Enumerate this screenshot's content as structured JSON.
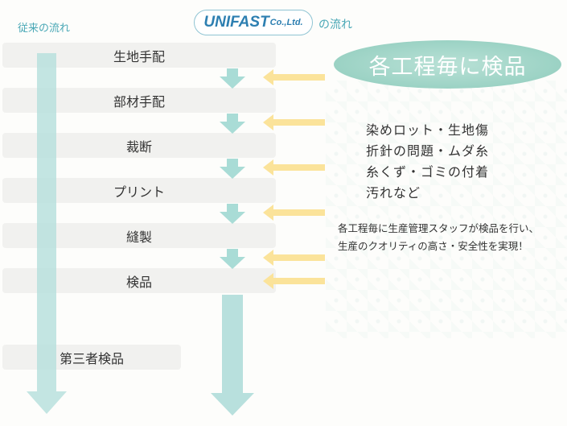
{
  "header": {
    "traditional_label": "従来の流れ",
    "logo_main": "UNIFAST",
    "logo_suffix": "Co.,Ltd.",
    "unifast_suffix": "の流れ"
  },
  "steps": [
    "生地手配",
    "部材手配",
    "裁断",
    "プリント",
    "縫製",
    "検品"
  ],
  "final_step": "第三者検品",
  "badge": "各工程毎に検品",
  "defects": [
    "染めロット・生地傷",
    "折針の問題・ムダ糸",
    "糸くず・ゴミの付着",
    "汚れなど"
  ],
  "description": [
    "各工程毎に生産管理スタッフが検品を行い、",
    "生産のクオリティの高さ・安全性を実現！"
  ],
  "colors": {
    "flow_arrow": "#a9dcd6",
    "flow_arrow_left": "#b8e0dd",
    "check_arrow": "#fbe39a",
    "accent_text": "#4aa8b6",
    "logo_blue": "#2d7fb1",
    "oval": "#9bd2c4"
  }
}
